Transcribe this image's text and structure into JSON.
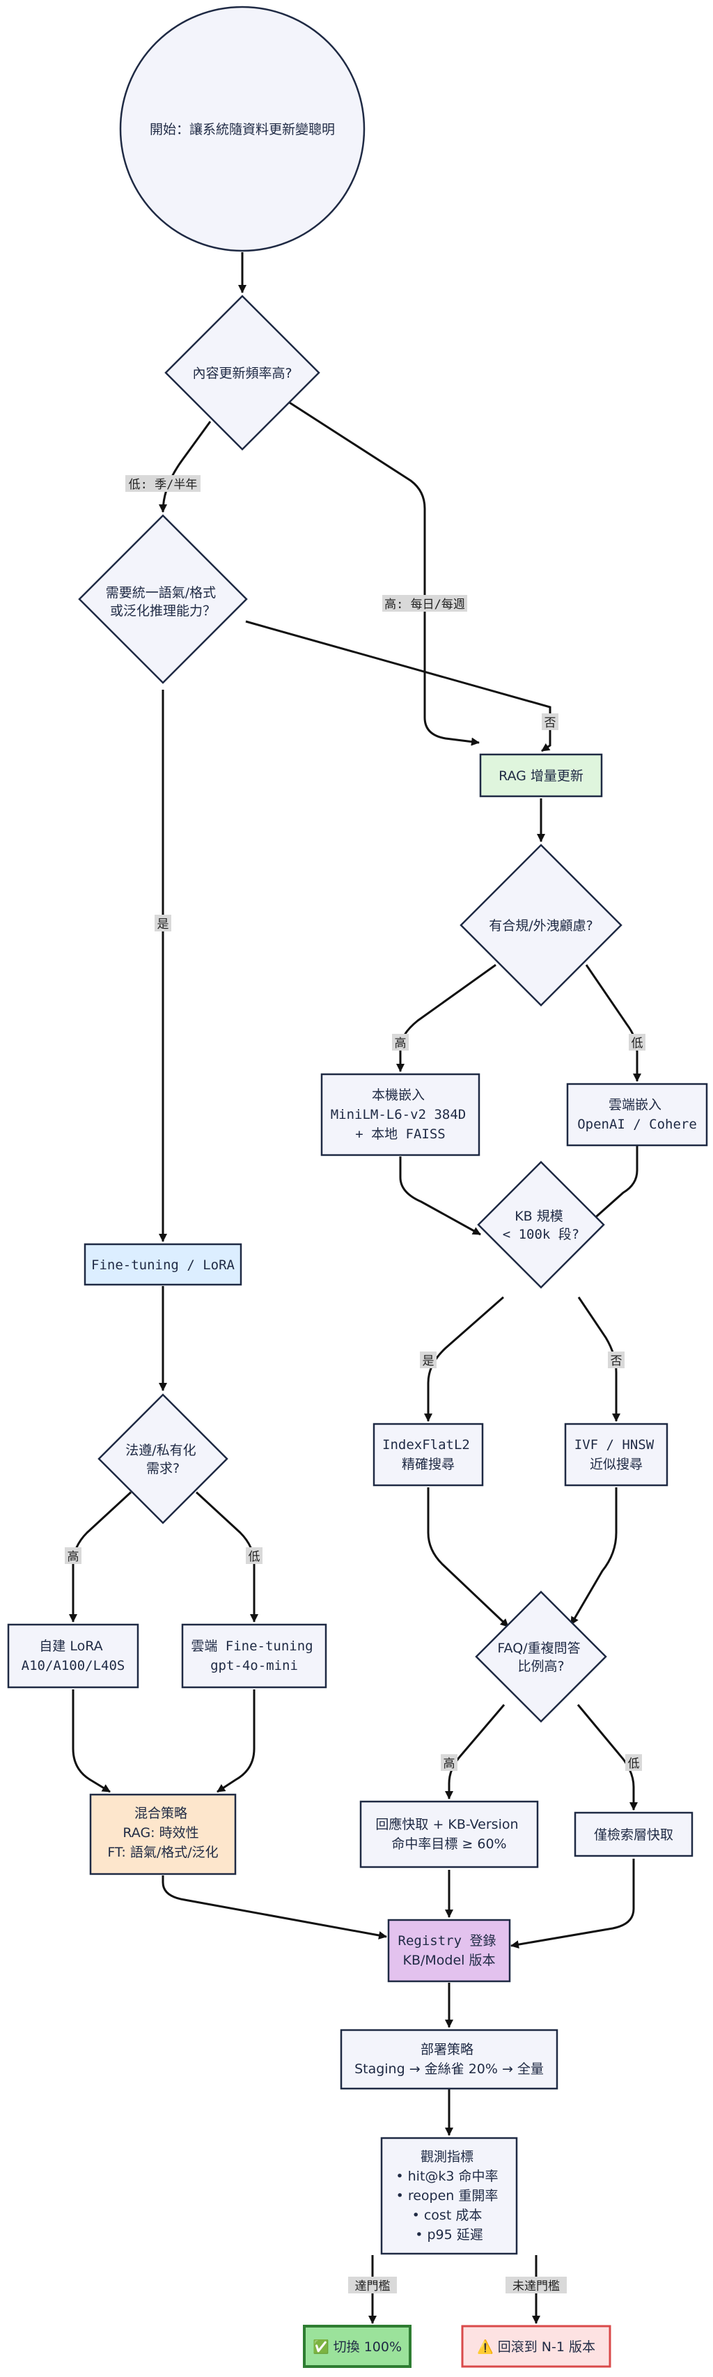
{
  "colors": {
    "default_fill": "#f3f4fb",
    "default_stroke": "#1f2a44",
    "rag_fill": "#dff5dd",
    "rag_stroke": "#4caf50",
    "ft_fill": "#dceeff",
    "ft_stroke": "#5b8fd4",
    "hybrid_fill": "#fde6cc",
    "hybrid_stroke": "#f0a040",
    "registry_fill": "#e3c2ee",
    "registry_stroke": "#9c4dbf",
    "success_fill": "#9be29b",
    "success_stroke": "#2e7d32",
    "rollback_fill": "#fde2e2",
    "rollback_stroke": "#d94a4a",
    "edge": "#111111",
    "edge_label_bg": "#d9d9d9"
  },
  "nodes": {
    "start": {
      "lines": [
        "開始：讓系統隨資料更新變聰明"
      ]
    },
    "q_freq": {
      "lines": [
        "內容更新頻率高?"
      ]
    },
    "q_style": {
      "lines": [
        "需要統一語氣/格式",
        "或泛化推理能力？"
      ]
    },
    "rag_update": {
      "lines": [
        "RAG 增量更新"
      ]
    },
    "q_compliance": {
      "lines": [
        "有合規/外洩顧慮?"
      ]
    },
    "local_embed": {
      "lines": [
        "本機嵌入",
        "MiniLM-L6-v2 384D",
        "+ 本地 FAISS"
      ]
    },
    "cloud_embed": {
      "lines": [
        "雲端嵌入",
        "OpenAI / Cohere"
      ]
    },
    "q_kb_size": {
      "lines": [
        "KB 規模",
        "< 100k 段?"
      ]
    },
    "index_flat": {
      "lines": [
        "IndexFlatL2",
        "精確搜尋"
      ]
    },
    "ivf_hnsw": {
      "lines": [
        "IVF / HNSW",
        "近似搜尋"
      ]
    },
    "q_faq": {
      "lines": [
        "FAQ/重複問答",
        "比例高?"
      ]
    },
    "answer_cache": {
      "lines": [
        "回應快取 + KB-Version",
        "命中率目標 ≥ 60%"
      ]
    },
    "index_cache": {
      "lines": [
        "僅檢索層快取"
      ]
    },
    "finetune": {
      "lines": [
        "Fine-tuning / LoRA"
      ]
    },
    "q_privacy": {
      "lines": [
        "法遵/私有化",
        "需求?"
      ]
    },
    "self_lora": {
      "lines": [
        "自建 LoRA",
        "A10/A100/L40S"
      ]
    },
    "cloud_ft": {
      "lines": [
        "雲端 Fine-tuning",
        "gpt-4o-mini"
      ]
    },
    "hybrid": {
      "lines": [
        "混合策略",
        "RAG: 時效性",
        "FT: 語氣/格式/泛化"
      ]
    },
    "registry": {
      "lines": [
        "Registry 登錄",
        "KB/Model 版本"
      ]
    },
    "deploy": {
      "lines": [
        "部署策略",
        "Staging → 金絲雀 20% → 全量"
      ]
    },
    "metrics": {
      "lines": [
        "觀測指標",
        "• hit@k3 命中率",
        "• reopen 重開率",
        "• cost 成本",
        "• p95 延遲"
      ]
    },
    "switch": {
      "lines": [
        "✅ 切換 100%"
      ]
    },
    "rollback": {
      "lines": [
        "⚠️ 回滾到 N-1 版本"
      ]
    }
  },
  "edge_labels": {
    "freq_low": "低: 季/半年",
    "freq_high": "高: 每日/每週",
    "style_no": "否",
    "style_yes": "是",
    "comp_high": "高",
    "comp_low": "低",
    "kb_yes": "是",
    "kb_no": "否",
    "faq_high": "高",
    "faq_low": "低",
    "priv_high": "高",
    "priv_low": "低",
    "gate_pass": "達門檻",
    "gate_fail": "未達門檻"
  }
}
